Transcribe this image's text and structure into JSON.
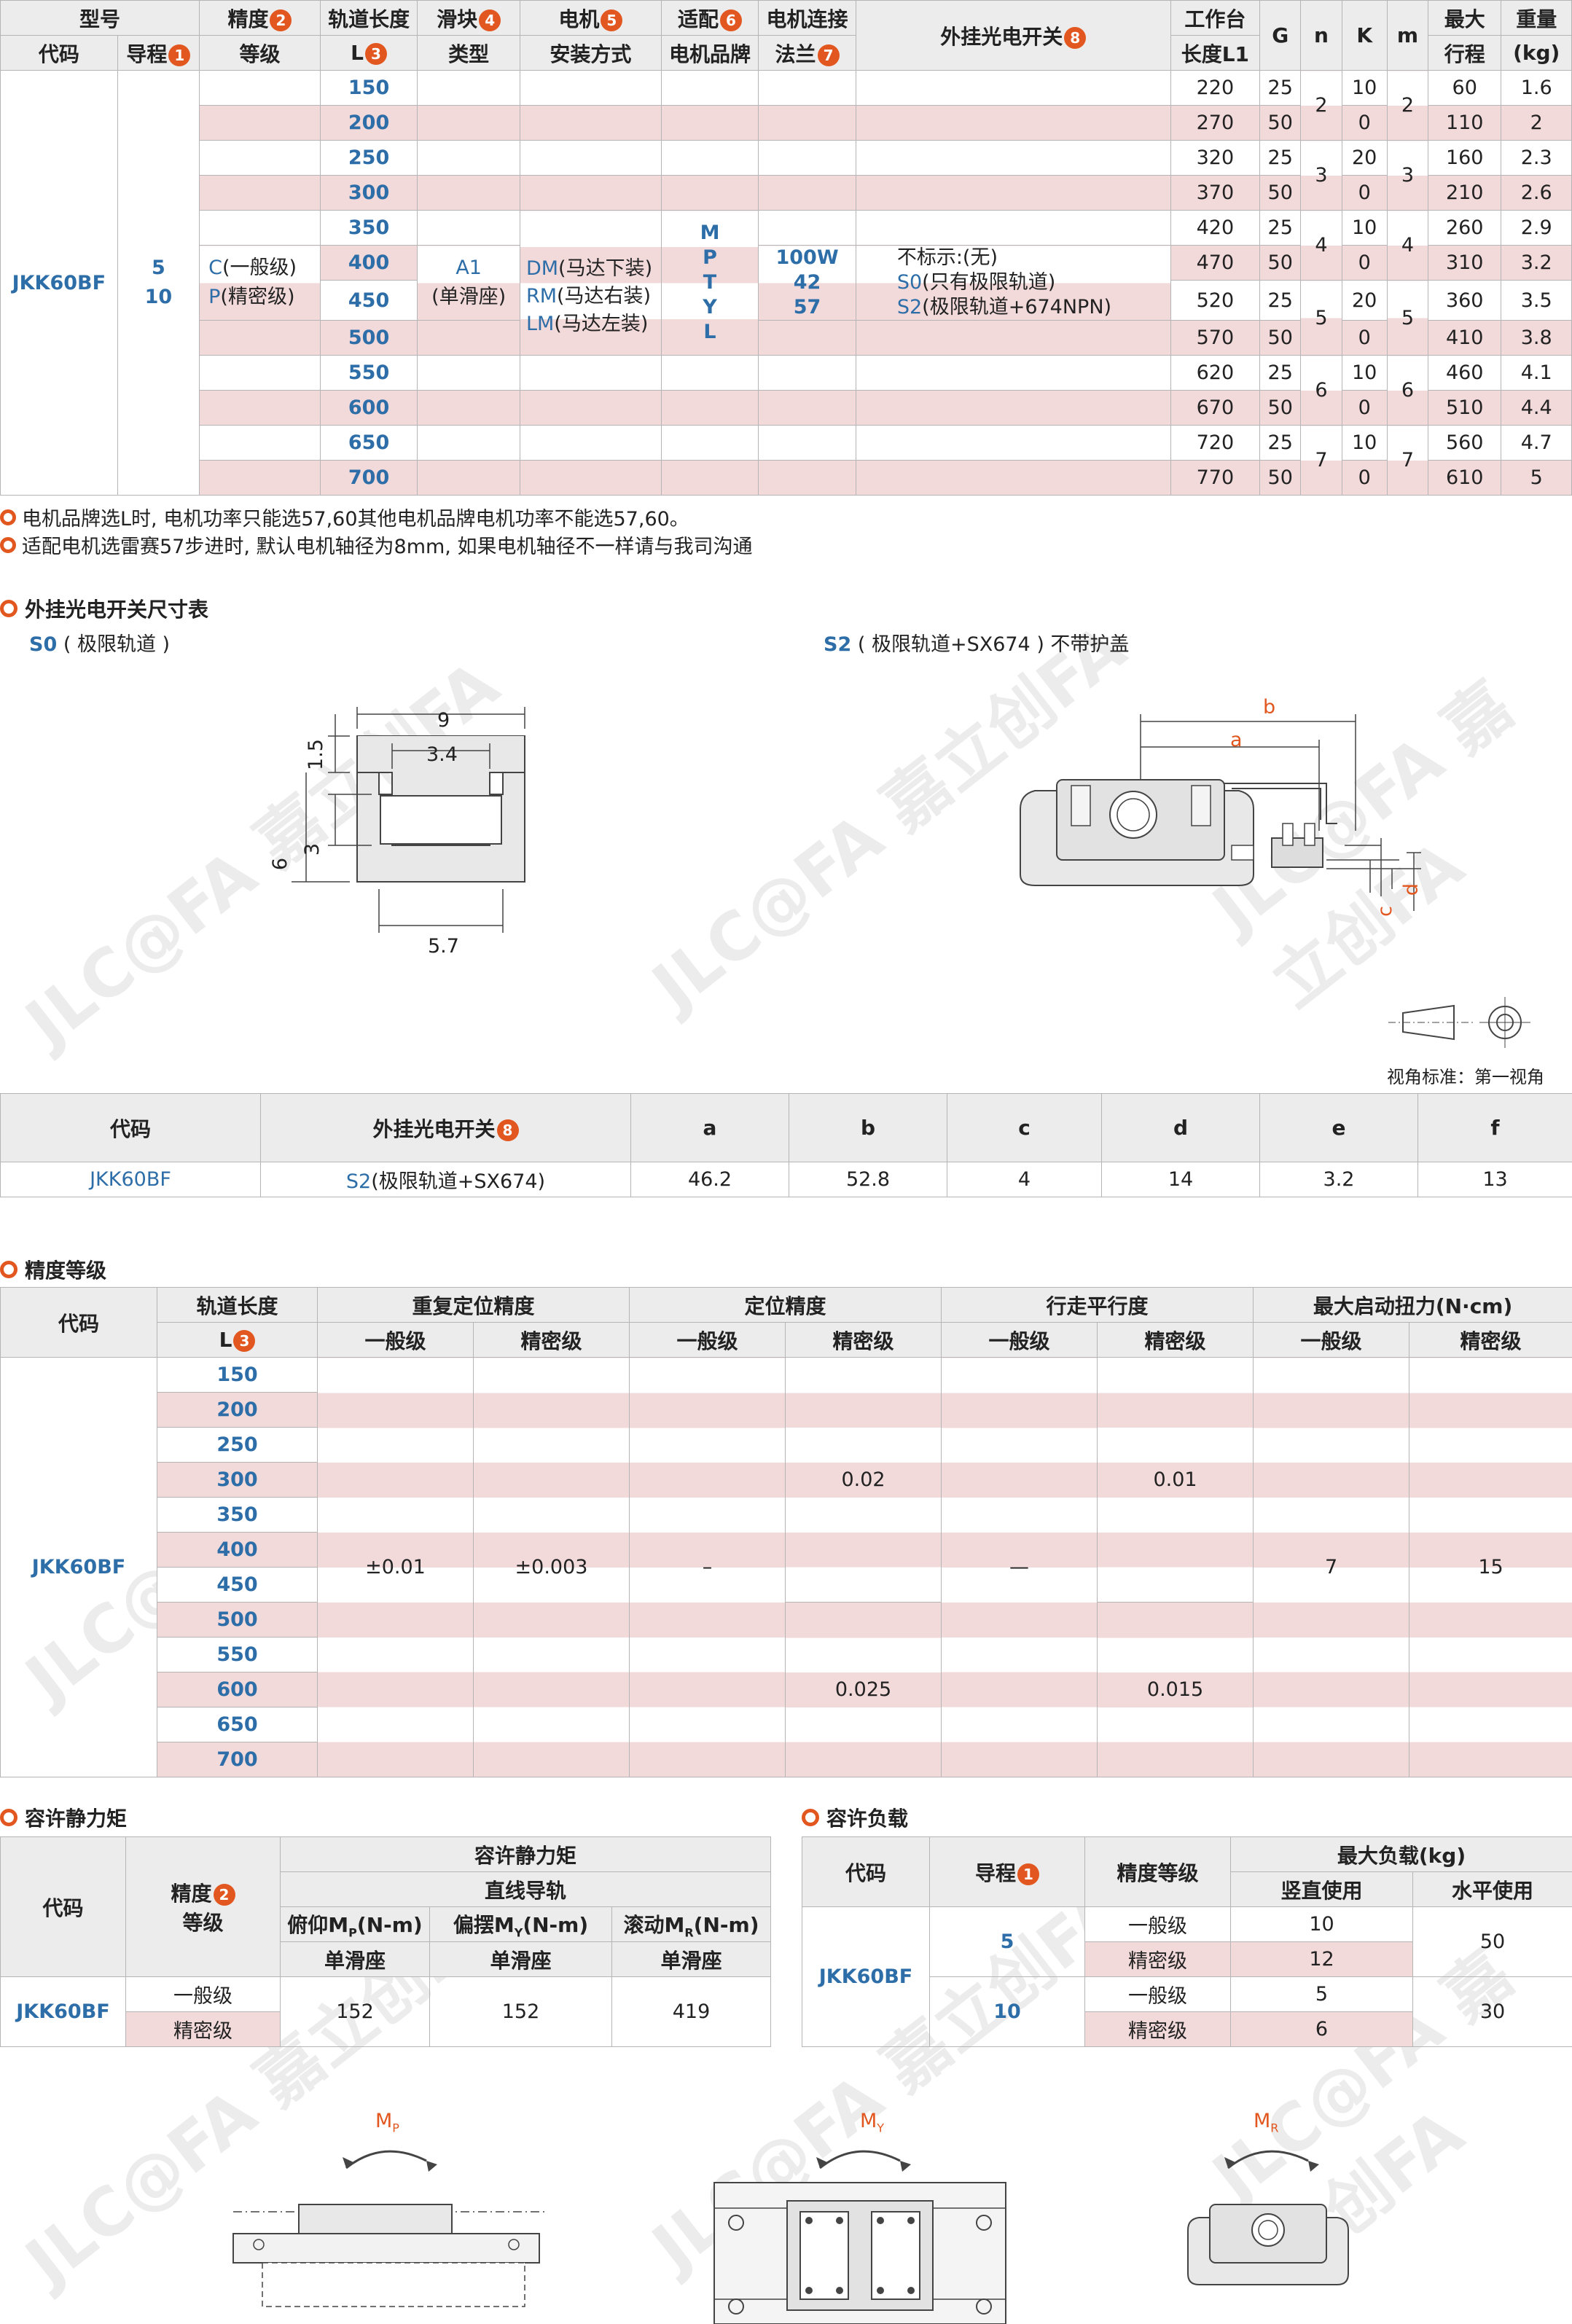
{
  "spec_table": {
    "header_row1": {
      "model": "型号",
      "precision": "精度",
      "precision_num": "2",
      "rail_length": "轨道长度",
      "slider": "滑块",
      "slider_num": "4",
      "motor": "电机",
      "motor_num": "5",
      "brand": "适配",
      "brand_num": "6",
      "flange": "电机连接",
      "sensor": "外挂光电开关",
      "sensor_num": "8",
      "stroke_l1": "工作台",
      "g": "G",
      "n": "n",
      "k": "K",
      "m": "m",
      "max": "最大",
      "weight": "重量"
    },
    "header_row2": {
      "code": "代码",
      "lead": "导程",
      "lead_num": "1",
      "grade": "等级",
      "l": "L",
      "l_num": "3",
      "type": "类型",
      "install": "安装方式",
      "brand": "电机品牌",
      "flange": "法兰",
      "flange_num": "7",
      "l1": "长度L1",
      "stroke": "行程",
      "kg": "(kg)"
    },
    "code": "JKK60BF",
    "leads": [
      "5",
      "10"
    ],
    "precision_options": [
      {
        "code": "C",
        "text": "(一般级)"
      },
      {
        "code": "P",
        "text": "(精密级)"
      }
    ],
    "slider_type": [
      "A1",
      "(单滑座)"
    ],
    "motor_install": [
      {
        "code": "DM",
        "text": "(马达下装)"
      },
      {
        "code": "RM",
        "text": "(马达右装)"
      },
      {
        "code": "LM",
        "text": "(马达左装)"
      }
    ],
    "brands": [
      "M",
      "P",
      "T",
      "Y",
      "L"
    ],
    "flanges": [
      "100W",
      "42",
      "57"
    ],
    "sensor_options": [
      {
        "code": "",
        "text": "不标示:(无)"
      },
      {
        "code": "S0",
        "text": "(只有极限轨道)"
      },
      {
        "code": "S2",
        "text": "(极限轨道+674NPN)"
      }
    ],
    "rows": [
      {
        "L": "150",
        "L1": "220",
        "G": "25",
        "stroke": "60",
        "weight": "1.6"
      },
      {
        "L": "200",
        "L1": "270",
        "G": "50",
        "stroke": "110",
        "weight": "2"
      },
      {
        "L": "250",
        "L1": "320",
        "G": "25",
        "stroke": "160",
        "weight": "2.3"
      },
      {
        "L": "300",
        "L1": "370",
        "G": "50",
        "stroke": "210",
        "weight": "2.6"
      },
      {
        "L": "350",
        "L1": "420",
        "G": "25",
        "stroke": "260",
        "weight": "2.9"
      },
      {
        "L": "400",
        "L1": "470",
        "G": "50",
        "stroke": "310",
        "weight": "3.2"
      },
      {
        "L": "450",
        "L1": "520",
        "G": "25",
        "stroke": "360",
        "weight": "3.5"
      },
      {
        "L": "500",
        "L1": "570",
        "G": "50",
        "stroke": "410",
        "weight": "3.8"
      },
      {
        "L": "550",
        "L1": "620",
        "G": "25",
        "stroke": "460",
        "weight": "4.1"
      },
      {
        "L": "600",
        "L1": "670",
        "G": "50",
        "stroke": "510",
        "weight": "4.4"
      },
      {
        "L": "650",
        "L1": "720",
        "G": "25",
        "stroke": "560",
        "weight": "4.7"
      },
      {
        "L": "700",
        "L1": "770",
        "G": "50",
        "stroke": "610",
        "weight": "5"
      }
    ],
    "pairs": [
      {
        "n": "2",
        "K": [
          "10",
          "0"
        ],
        "m": "2"
      },
      {
        "n": "3",
        "K": [
          "20",
          "0"
        ],
        "m": "3"
      },
      {
        "n": "4",
        "K": [
          "10",
          "0"
        ],
        "m": "4"
      },
      {
        "n": "5",
        "K": [
          "20",
          "0"
        ],
        "m": "5"
      },
      {
        "n": "6",
        "K": [
          "10",
          "0"
        ],
        "m": "6"
      },
      {
        "n": "7",
        "K": [
          "10",
          "0"
        ],
        "m": "7"
      }
    ]
  },
  "notes": [
    "电机品牌选L时, 电机功率只能选57,60其他电机品牌电机功率不能选57,60。",
    "适配电机选雷赛57步进时, 默认电机轴径为8mm, 如果电机轴径不一样请与我司沟通"
  ],
  "sensor_section": {
    "title": "外挂光电开关尺寸表",
    "s0_code": "S0",
    "s0_label": "( 极限轨道 )",
    "s2_code": "S2",
    "s2_label": "( 极限轨道+SX674 ) 不带护盖",
    "s0_dims": {
      "w9": "9",
      "w34": "3.4",
      "h15": "1.5",
      "h3": "3",
      "h6": "6",
      "w57": "5.7"
    },
    "s2_dims": {
      "a": "a",
      "b": "b",
      "c": "c",
      "d": "d"
    },
    "view_standard": "视角标准：第一视角",
    "table": {
      "headers": [
        "代码",
        "外挂光电开关",
        "a",
        "b",
        "c",
        "d",
        "e",
        "f"
      ],
      "header_num": "8",
      "row": {
        "code": "JKK60BF",
        "switch_code": "S2",
        "switch_text": "(极限轨道+SX674)",
        "a": "46.2",
        "b": "52.8",
        "c": "4",
        "d": "14",
        "e": "3.2",
        "f": "13"
      }
    }
  },
  "precision_section": {
    "title": "精度等级",
    "headers": {
      "code": "代码",
      "rail": "轨道长度",
      "l": "L",
      "l_num": "3",
      "repeat": "重复定位精度",
      "position": "定位精度",
      "parallel": "行走平行度",
      "torque": "最大启动扭力(N·cm)",
      "general": "一般级",
      "precise": "精密级"
    },
    "code": "JKK60BF",
    "lengths": [
      "150",
      "200",
      "250",
      "300",
      "350",
      "400",
      "450",
      "500",
      "550",
      "600",
      "650",
      "700"
    ],
    "repeat_general": "±0.01",
    "repeat_precise": "±0.003",
    "position_general": "–",
    "position_precise_a": "0.02",
    "position_precise_b": "0.025",
    "parallel_general": "—",
    "parallel_precise_a": "0.01",
    "parallel_precise_b": "0.015",
    "torque_general": "7",
    "torque_precise": "15"
  },
  "moment_section": {
    "title": "容许静力矩",
    "headers": {
      "code": "代码",
      "precision": "精度",
      "precision_num": "2",
      "grade": "等级",
      "moment": "容许静力矩",
      "rail": "直线导轨",
      "mp": "俯仰M",
      "mp_sub": "P",
      "my": "偏摆M",
      "my_sub": "Y",
      "mr": "滚动M",
      "mr_sub": "R",
      "unit": "(N-m)",
      "single": "单滑座"
    },
    "code": "JKK60BF",
    "grades": [
      "一般级",
      "精密级"
    ],
    "mp": "152",
    "my": "152",
    "mr": "419"
  },
  "load_section": {
    "title": "容许负载",
    "headers": {
      "code": "代码",
      "lead": "导程",
      "lead_num": "1",
      "grade": "精度等级",
      "max_load": "最大负载(kg)",
      "vertical": "竖直使用",
      "horizontal": "水平使用"
    },
    "code": "JKK60BF",
    "rows": [
      {
        "lead": "5",
        "grades": [
          "一般级",
          "精密级"
        ],
        "vertical": [
          "10",
          "12"
        ],
        "horizontal": "50"
      },
      {
        "lead": "10",
        "grades": [
          "一般级",
          "精密级"
        ],
        "vertical": [
          "5",
          "6"
        ],
        "horizontal": "30"
      }
    ]
  },
  "moment_diagrams": {
    "mp": "M",
    "mp_sub": "P",
    "my": "M",
    "my_sub": "Y",
    "mr": "M",
    "mr_sub": "R"
  },
  "watermark": "JLC@FA 嘉立创FA",
  "colors": {
    "accent": "#e2571f",
    "code_blue": "#2d6ea8",
    "row_pink": "#f2d9da",
    "header_gray": "#ececec"
  }
}
